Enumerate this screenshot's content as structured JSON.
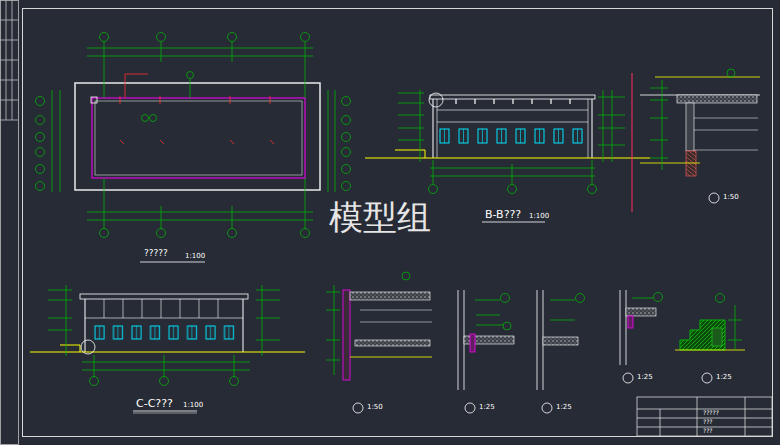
{
  "diagram": {
    "labels": [
      "模型组",
      "B-B???",
      "1:100",
      "?????",
      "1:100",
      "C-C???",
      "1:100",
      "1:50",
      "1:50",
      "1:25",
      "1:25",
      "1:25",
      "1:25",
      "?????",
      "???",
      "???"
    ]
  }
}
